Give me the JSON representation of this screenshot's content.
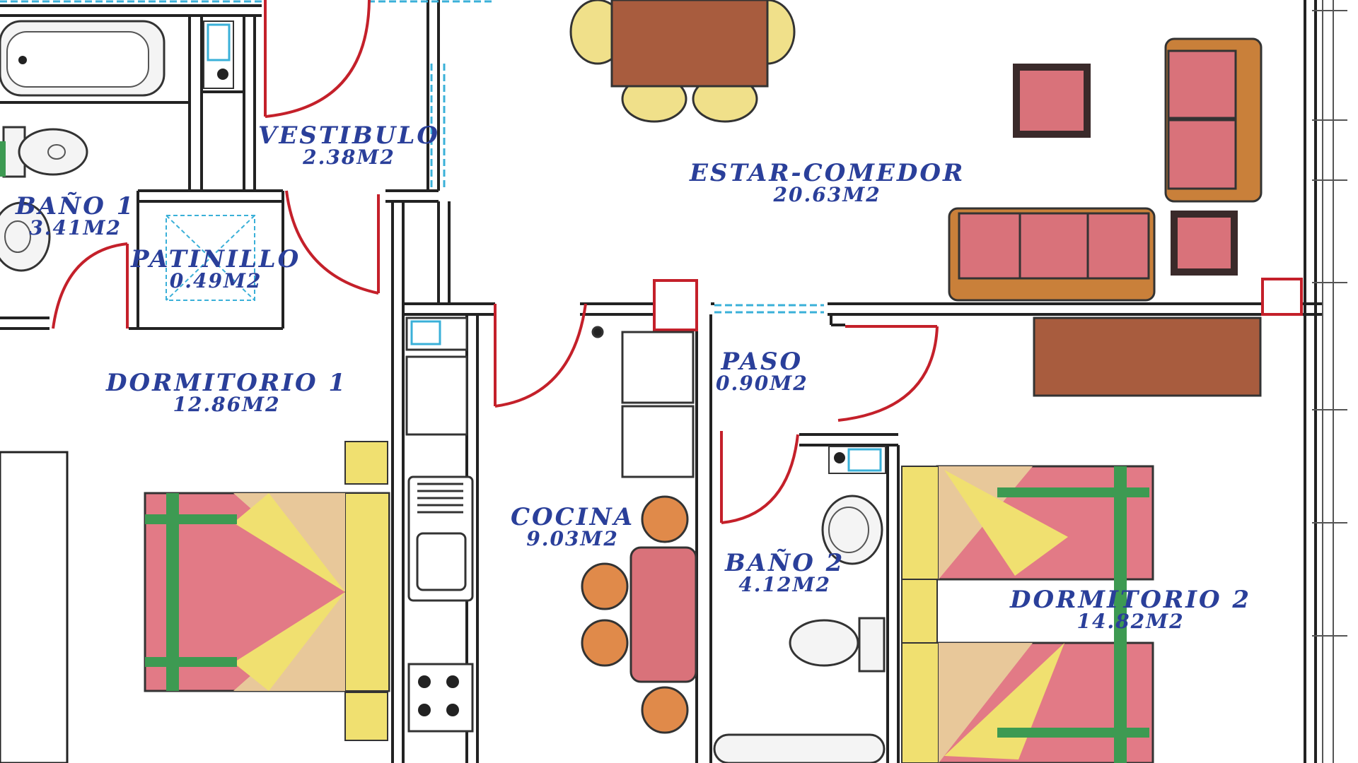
{
  "rooms": [
    {
      "name": "VESTIBULO",
      "area": "2.38M2"
    },
    {
      "name": "ESTAR-COMEDOR",
      "area": "20.63M2"
    },
    {
      "name": "BAÑO 1",
      "area": "3.41M2"
    },
    {
      "name": "PATINILLO",
      "area": "0.49M2"
    },
    {
      "name": "DORMITORIO 1",
      "area": "12.86M2"
    },
    {
      "name": "PASO",
      "area": "0.90M2"
    },
    {
      "name": "COCINA",
      "area": "9.03M2"
    },
    {
      "name": "BAÑO 2",
      "area": "4.12M2"
    },
    {
      "name": "DORMITORIO 2",
      "area": "14.82M2"
    }
  ],
  "colors": {
    "wall": "#222222",
    "door": "#c4202a",
    "window": "#3ab0d8",
    "label": "#2a3f9a",
    "table_wood": "#a85c3e",
    "sofa_pink": "#d9727a",
    "sofa_frame": "#c9803a",
    "chair_yellow": "#f0e08a",
    "bed_pink": "#e27a86",
    "bed_green": "#3d9a52",
    "bed_yellow": "#f0e070",
    "bed_tan": "#e8c89a",
    "stool_orange": "#e08a4a"
  }
}
